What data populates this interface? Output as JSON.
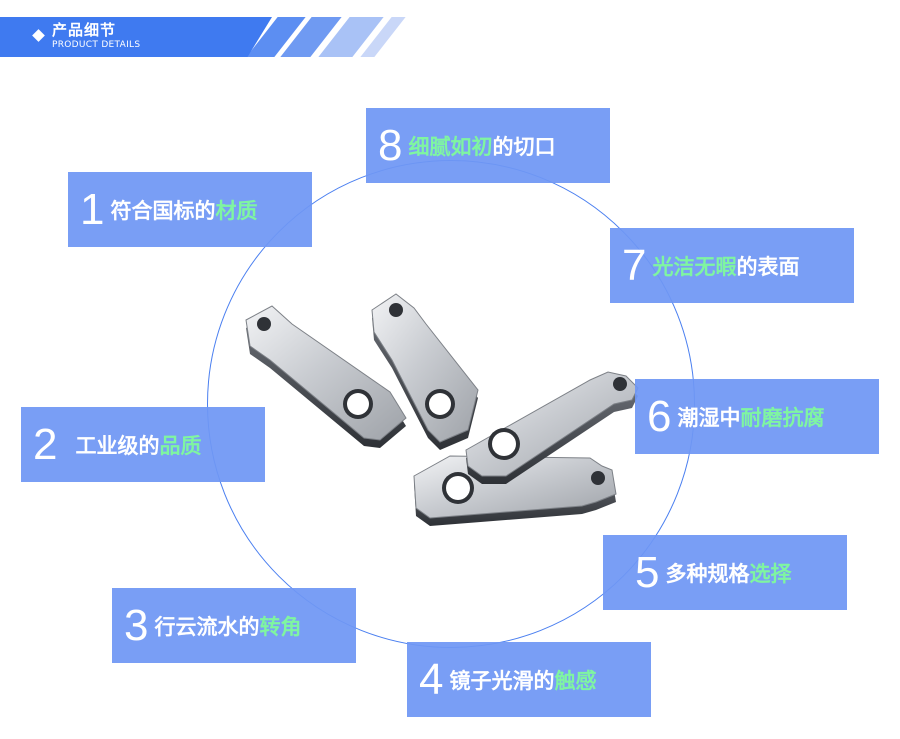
{
  "header": {
    "title": "产品细节",
    "subtitle": "PRODUCT DETAILS"
  },
  "colors": {
    "header_blue": "#3f7af0",
    "box_blue": "#6f97f4",
    "highlight_green": "#7ff5a1",
    "circle_line": "#4a7ff0"
  },
  "features": [
    {
      "number": "1",
      "text_parts": [
        {
          "t": "符合国标的",
          "hl": false
        },
        {
          "t": "材质",
          "hl": true
        }
      ]
    },
    {
      "number": "2",
      "text_parts": [
        {
          "t": "工业级的",
          "hl": false
        },
        {
          "t": "品质",
          "hl": true
        }
      ]
    },
    {
      "number": "3",
      "text_parts": [
        {
          "t": "行云流水的",
          "hl": false
        },
        {
          "t": "转角",
          "hl": true
        }
      ]
    },
    {
      "number": "4",
      "text_parts": [
        {
          "t": "镜子光滑的",
          "hl": false
        },
        {
          "t": "触感",
          "hl": true
        }
      ]
    },
    {
      "number": "5",
      "text_parts": [
        {
          "t": "多种规格",
          "hl": false
        },
        {
          "t": "选择",
          "hl": true
        }
      ]
    },
    {
      "number": "6",
      "text_parts": [
        {
          "t": "潮湿中",
          "hl": false
        },
        {
          "t": "耐磨抗腐",
          "hl": true
        }
      ]
    },
    {
      "number": "7",
      "text_parts": [
        {
          "t": "光洁无暇",
          "hl": true
        },
        {
          "t": "的表面",
          "hl": false
        }
      ]
    },
    {
      "number": "8",
      "text_parts": [
        {
          "t": "细腻如初",
          "hl": true
        },
        {
          "t": "的切口",
          "hl": false
        }
      ]
    }
  ]
}
